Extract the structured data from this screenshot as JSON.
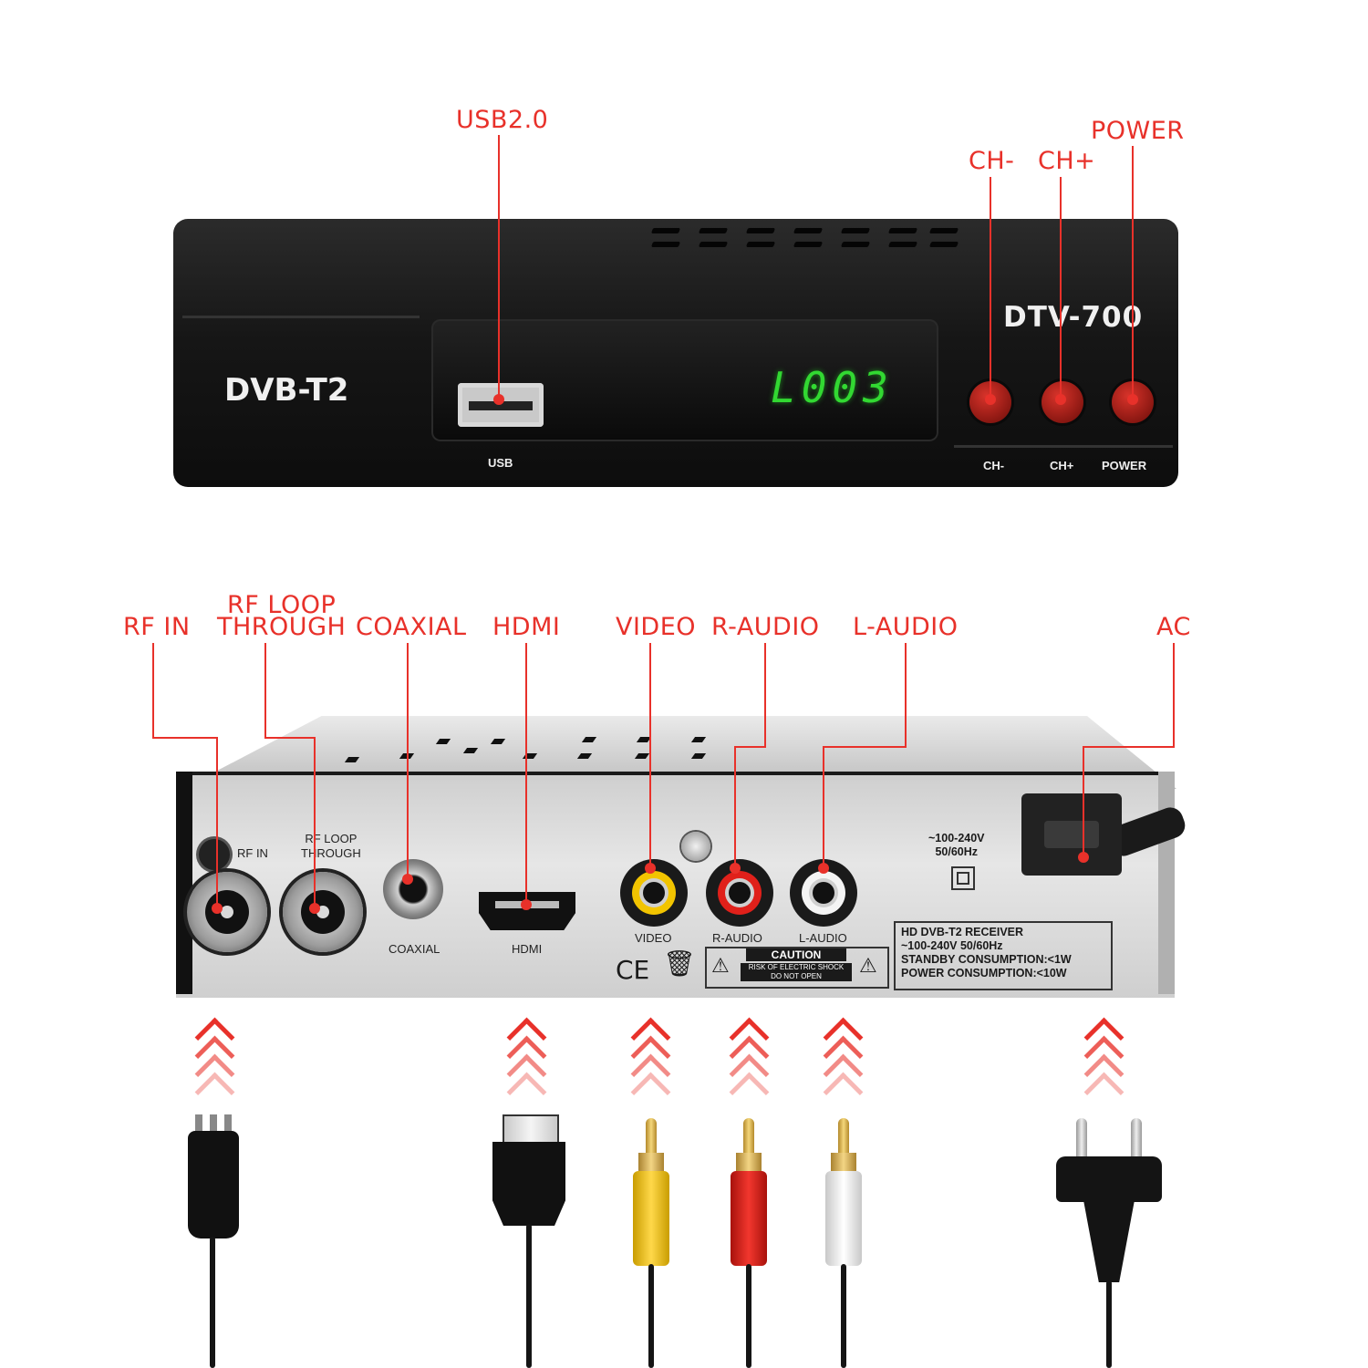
{
  "front_panel": {
    "brand_left": "DVB-T2",
    "model": "DTV-700",
    "led_display": "L003",
    "usb_label": "USB",
    "button_labels": [
      "CH-",
      "CH+",
      "POWER"
    ]
  },
  "front_callouts": {
    "usb": "USB2.0",
    "ch_minus": "CH-",
    "ch_plus": "CH+",
    "power": "POWER"
  },
  "back_callouts": {
    "rf_in": "RF IN",
    "rf_loop_line1": "RF LOOP",
    "rf_loop_line2": "THROUGH",
    "coaxial": "COAXIAL",
    "hdmi": "HDMI",
    "video": "VIDEO",
    "r_audio": "R-AUDIO",
    "l_audio": "L-AUDIO",
    "ac": "AC"
  },
  "back_panel": {
    "rf_in": "RF IN",
    "rf_loop_line1": "RF LOOP",
    "rf_loop_line2": "THROUGH",
    "coaxial": "COAXIAL",
    "hdmi": "HDMI",
    "video": "VIDEO",
    "r_audio": "R-AUDIO",
    "l_audio": "L-AUDIO",
    "voltage_line1": "~100-240V",
    "voltage_line2": "50/60Hz",
    "caution_title": "CAUTION",
    "caution_line1": "RISK OF ELECTRIC SHOCK",
    "caution_line2": "DO NOT OPEN",
    "ce_mark": "CE",
    "spec_lines": [
      "HD DVB-T2 RECEIVER",
      "~100-240V 50/60Hz",
      "STANDBY CONSUMPTION:<1W",
      "POWER CONSUMPTION:<10W"
    ]
  },
  "colors": {
    "callout_red": "#e8312a",
    "led_green": "#32d832",
    "yellow_jack": "#f2c400",
    "red_jack": "#e0201a",
    "white_jack": "#f4f4f4"
  },
  "icons": [
    "usb-port-icon",
    "double-insulation-icon",
    "weee-bin-icon",
    "warning-triangle-icon",
    "chevron-up-icon"
  ]
}
